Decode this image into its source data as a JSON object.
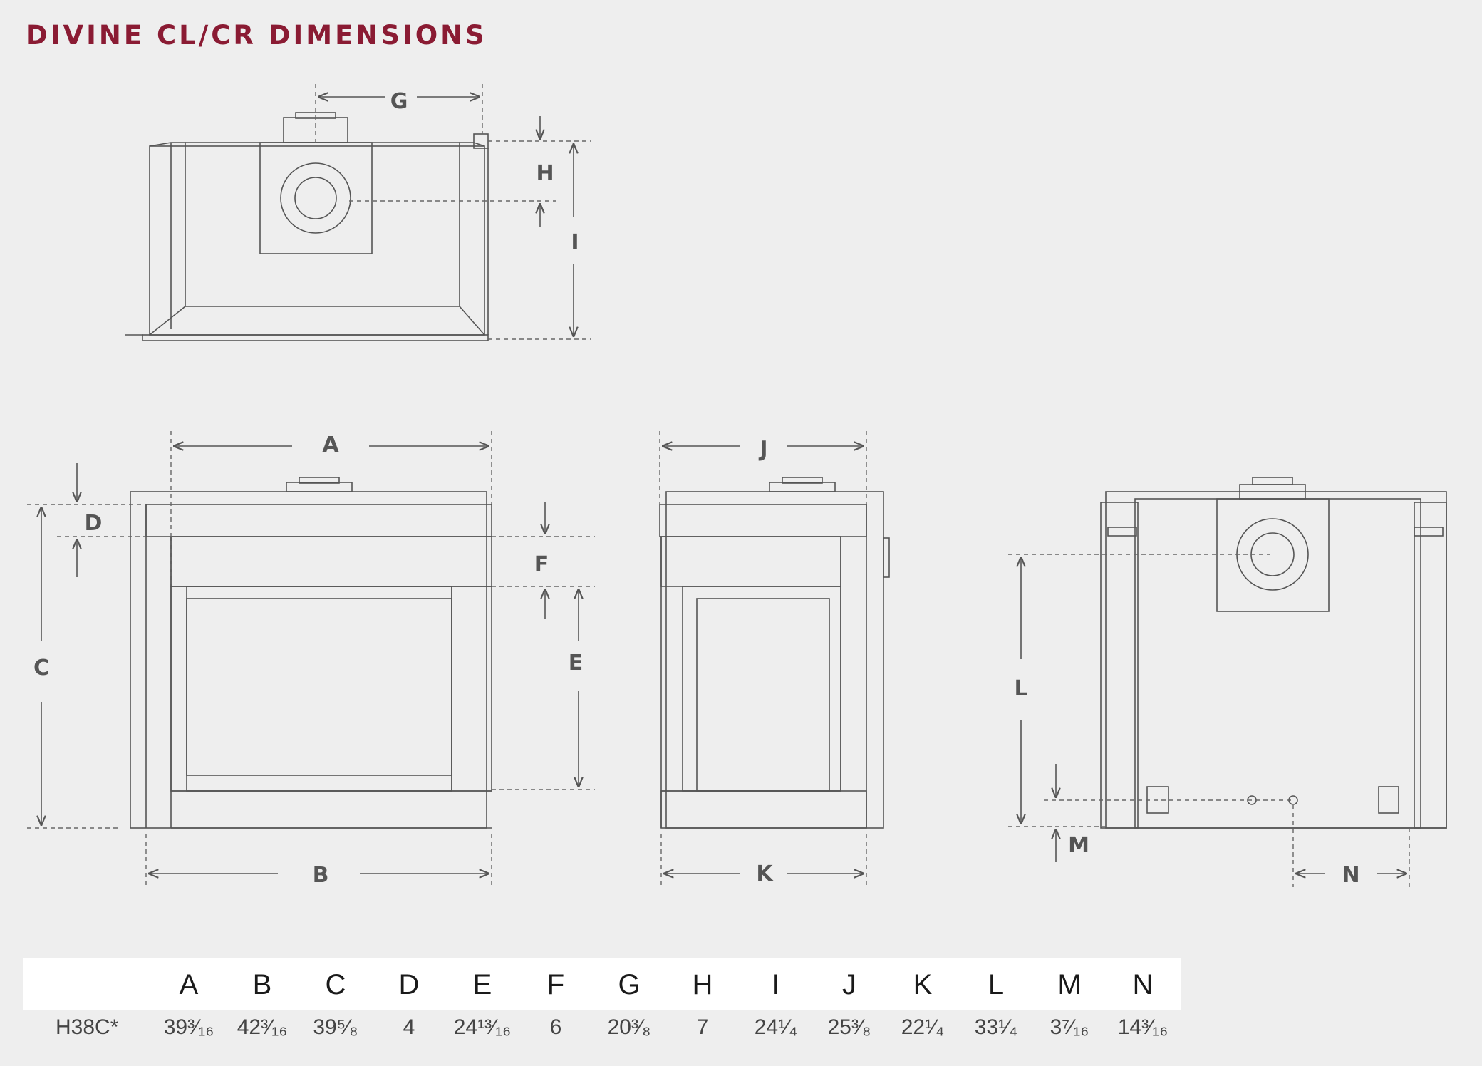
{
  "title": "DIVINE CL/CR DIMENSIONS",
  "dimension_letters": [
    "A",
    "B",
    "C",
    "D",
    "E",
    "F",
    "G",
    "H",
    "I",
    "J",
    "K",
    "L",
    "M",
    "N"
  ],
  "table": {
    "columns": [
      "A",
      "B",
      "C",
      "D",
      "E",
      "F",
      "G",
      "H",
      "I",
      "J",
      "K",
      "L",
      "M",
      "N"
    ],
    "rows": [
      {
        "label": "H38C*",
        "values": [
          "39³⁄₁₆",
          "42³⁄₁₆",
          "39⁵⁄₈",
          "4",
          "24¹³⁄₁₆",
          "6",
          "20³⁄₈",
          "7",
          "24¹⁄₄",
          "25³⁄₈",
          "22¹⁄₄",
          "33¹⁄₄",
          "3⁷⁄₁₆",
          "14³⁄₁₆"
        ]
      }
    ]
  }
}
